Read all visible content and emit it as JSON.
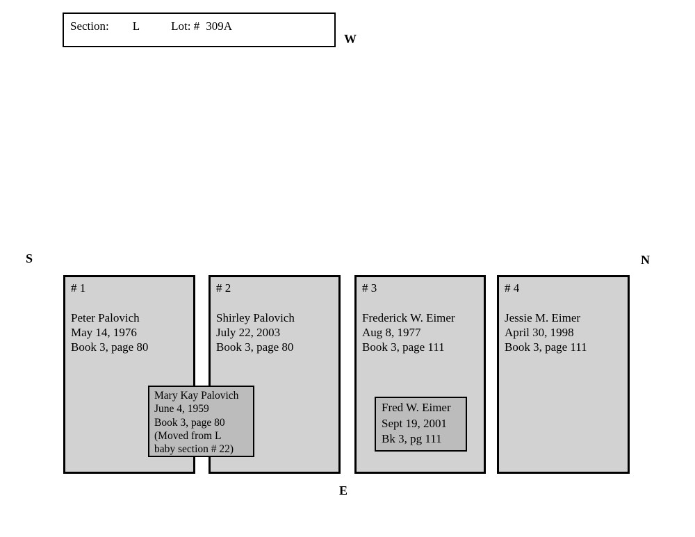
{
  "header": {
    "section_label": "Section:",
    "section_value": "L",
    "lot_label": "Lot: #",
    "lot_value": "309A"
  },
  "compass": {
    "west": "W",
    "south": "S",
    "north": "N",
    "east": "E"
  },
  "plots": [
    {
      "number": "# 1",
      "lines": [
        "Peter Palovich",
        "May 14, 1976",
        "Book 3, page 80"
      ]
    },
    {
      "number": "# 2",
      "lines": [
        "Shirley Palovich",
        "July 22, 2003",
        "Book 3, page 80"
      ]
    },
    {
      "number": "# 3",
      "lines": [
        "Frederick W. Eimer",
        "Aug 8, 1977",
        "Book 3, page 111"
      ]
    },
    {
      "number": "# 4",
      "lines": [
        "Jessie M. Eimer",
        "April 30, 1998",
        "Book 3, page 111"
      ]
    }
  ],
  "inner_markers": [
    {
      "lines": [
        "Mary Kay Palovich",
        "June 4, 1959",
        "Book 3, page 80",
        "(Moved from L",
        "baby section # 22)"
      ]
    },
    {
      "lines": [
        "Fred W. Eimer",
        "Sept 19, 2001",
        "Bk 3, pg 111"
      ]
    }
  ],
  "colors": {
    "background": "#ffffff",
    "plot_fill": "#d2d2d2",
    "marker_fill": "#bcbcbc",
    "border": "#000000"
  }
}
